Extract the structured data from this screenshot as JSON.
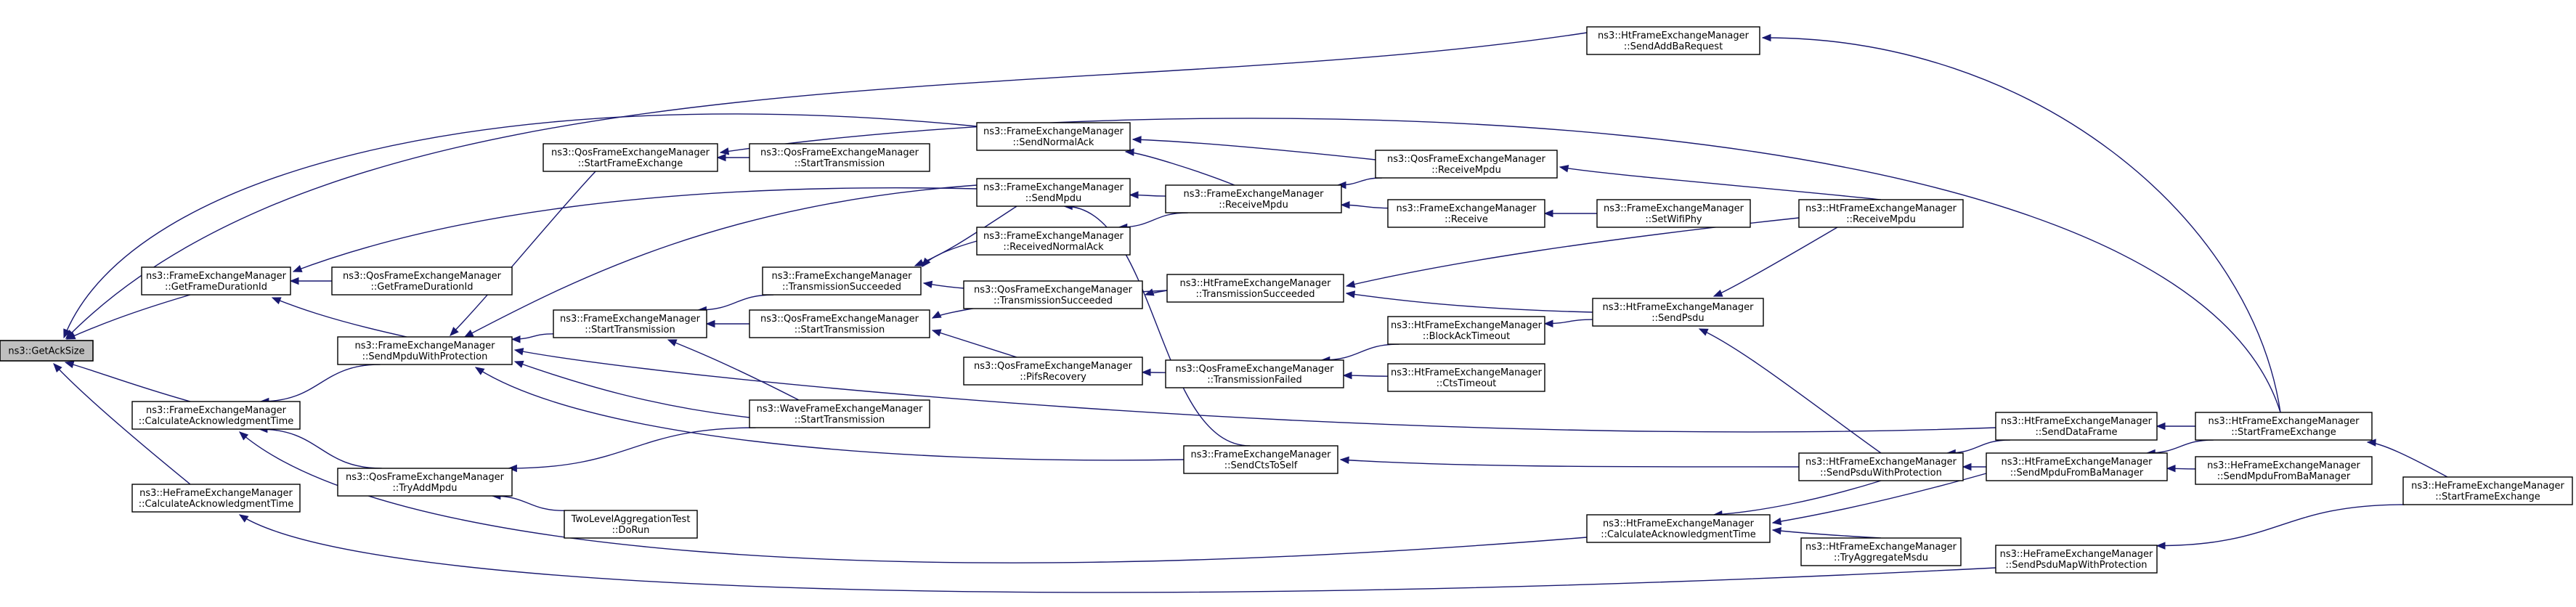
{
  "colors": {
    "edge": "#191970",
    "root_fill": "#bfbfbf",
    "node_fill": "#ffffff",
    "node_border": "#000000"
  },
  "nodes": [
    {
      "id": "getacksize",
      "lines": [
        "ns3::GetAckSize"
      ],
      "root": true
    },
    {
      "id": "gfd_fem",
      "lines": [
        "ns3::FrameExchangeManager",
        "::GetFrameDurationId"
      ]
    },
    {
      "id": "gfd_qos",
      "lines": [
        "ns3::QosFrameExchangeManager",
        "::GetFrameDurationId"
      ]
    },
    {
      "id": "caa_fem",
      "lines": [
        "ns3::FrameExchangeManager",
        "::CalculateAcknowledgmentTime"
      ]
    },
    {
      "id": "caa_he",
      "lines": [
        "ns3::HeFrameExchangeManager",
        "::CalculateAcknowledgmentTime"
      ]
    },
    {
      "id": "smwp",
      "lines": [
        "ns3::FrameExchangeManager",
        "::SendMpduWithProtection"
      ]
    },
    {
      "id": "tam",
      "lines": [
        "ns3::QosFrameExchangeManager",
        "::TryAddMpdu"
      ]
    },
    {
      "id": "sfe_qos",
      "lines": [
        "ns3::QosFrameExchangeManager",
        "::StartFrameExchange"
      ]
    },
    {
      "id": "st_fem",
      "lines": [
        "ns3::FrameExchangeManager",
        "::StartTransmission"
      ]
    },
    {
      "id": "st_qos_a",
      "lines": [
        "ns3::QosFrameExchangeManager",
        "::StartTransmission"
      ]
    },
    {
      "id": "ts_fem",
      "lines": [
        "ns3::FrameExchangeManager",
        "::TransmissionSucceeded"
      ]
    },
    {
      "id": "st_qos_b",
      "lines": [
        "ns3::QosFrameExchangeManager",
        "::StartTransmission"
      ]
    },
    {
      "id": "wave_st",
      "lines": [
        "ns3::WaveFrameExchangeManager",
        "::StartTransmission"
      ]
    },
    {
      "id": "tla",
      "lines": [
        "TwoLevelAggregationTest",
        "::DoRun"
      ]
    },
    {
      "id": "sna",
      "lines": [
        "ns3::FrameExchangeManager",
        "::SendNormalAck"
      ]
    },
    {
      "id": "smpdu",
      "lines": [
        "ns3::FrameExchangeManager",
        "::SendMpdu"
      ]
    },
    {
      "id": "rna",
      "lines": [
        "ns3::FrameExchangeManager",
        "::ReceivedNormalAck"
      ]
    },
    {
      "id": "ts_qos",
      "lines": [
        "ns3::QosFrameExchangeManager",
        "::TransmissionSucceeded"
      ]
    },
    {
      "id": "pifs",
      "lines": [
        "ns3::QosFrameExchangeManager",
        "::PifsRecovery"
      ]
    },
    {
      "id": "scts",
      "lines": [
        "ns3::FrameExchangeManager",
        "::SendCtsToSelf"
      ]
    },
    {
      "id": "rm_fem",
      "lines": [
        "ns3::FrameExchangeManager",
        "::ReceiveMpdu"
      ]
    },
    {
      "id": "ts_ht",
      "lines": [
        "ns3::HtFrameExchangeManager",
        "::TransmissionSucceeded"
      ]
    },
    {
      "id": "tf_qos",
      "lines": [
        "ns3::QosFrameExchangeManager",
        "::TransmissionFailed"
      ]
    },
    {
      "id": "caa_ht",
      "lines": [
        "ns3::HtFrameExchangeManager",
        "::CalculateAcknowledgmentTime"
      ]
    },
    {
      "id": "sabr",
      "lines": [
        "ns3::HtFrameExchangeManager",
        "::SendAddBaRequest"
      ]
    },
    {
      "id": "rm_qos",
      "lines": [
        "ns3::QosFrameExchangeManager",
        "::ReceiveMpdu"
      ]
    },
    {
      "id": "recv",
      "lines": [
        "ns3::FrameExchangeManager",
        "::Receive"
      ]
    },
    {
      "id": "bat",
      "lines": [
        "ns3::HtFrameExchangeManager",
        "::BlockAckTimeout"
      ]
    },
    {
      "id": "ctst",
      "lines": [
        "ns3::HtFrameExchangeManager",
        "::CtsTimeout"
      ]
    },
    {
      "id": "swp",
      "lines": [
        "ns3::FrameExchangeManager",
        "::SetWifiPhy"
      ]
    },
    {
      "id": "spsdu",
      "lines": [
        "ns3::HtFrameExchangeManager",
        "::SendPsdu"
      ]
    },
    {
      "id": "spwp",
      "lines": [
        "ns3::HtFrameExchangeManager",
        "::SendPsduWithProtection"
      ]
    },
    {
      "id": "tams",
      "lines": [
        "ns3::HtFrameExchangeManager",
        "::TryAggregateMsdu"
      ]
    },
    {
      "id": "rm_ht",
      "lines": [
        "ns3::HtFrameExchangeManager",
        "::ReceiveMpdu"
      ]
    },
    {
      "id": "sdf",
      "lines": [
        "ns3::HtFrameExchangeManager",
        "::SendDataFrame"
      ]
    },
    {
      "id": "smfbm_ht",
      "lines": [
        "ns3::HtFrameExchangeManager",
        "::SendMpduFromBaManager"
      ]
    },
    {
      "id": "spmwp",
      "lines": [
        "ns3::HeFrameExchangeManager",
        "::SendPsduMapWithProtection"
      ]
    },
    {
      "id": "sfe_ht",
      "lines": [
        "ns3::HtFrameExchangeManager",
        "::StartFrameExchange"
      ]
    },
    {
      "id": "smfbm_he",
      "lines": [
        "ns3::HeFrameExchangeManager",
        "::SendMpduFromBaManager"
      ]
    },
    {
      "id": "sfe_he",
      "lines": [
        "ns3::HeFrameExchangeManager",
        "::StartFrameExchange"
      ]
    }
  ],
  "edges": [
    [
      "gfd_fem",
      "getacksize"
    ],
    [
      "caa_fem",
      "getacksize"
    ],
    [
      "caa_he",
      "getacksize"
    ],
    [
      "sna",
      "getacksize"
    ],
    [
      "sabr",
      "getacksize"
    ],
    [
      "gfd_qos",
      "gfd_fem"
    ],
    [
      "smpdu",
      "gfd_fem"
    ],
    [
      "smwp",
      "gfd_fem"
    ],
    [
      "smwp",
      "caa_fem"
    ],
    [
      "tam",
      "caa_fem"
    ],
    [
      "caa_ht",
      "caa_fem"
    ],
    [
      "spmwp",
      "caa_he"
    ],
    [
      "st_fem",
      "smwp"
    ],
    [
      "sfe_qos",
      "smwp"
    ],
    [
      "wave_st",
      "smwp"
    ],
    [
      "scts",
      "smwp"
    ],
    [
      "smpdu",
      "smwp"
    ],
    [
      "sdf",
      "smwp"
    ],
    [
      "wave_st",
      "tam"
    ],
    [
      "tla",
      "tam"
    ],
    [
      "st_qos_a",
      "sfe_qos"
    ],
    [
      "sfe_ht",
      "sfe_qos"
    ],
    [
      "ts_fem",
      "st_fem"
    ],
    [
      "st_qos_b",
      "st_fem"
    ],
    [
      "wave_st",
      "st_fem"
    ],
    [
      "smpdu",
      "ts_fem"
    ],
    [
      "rna",
      "ts_fem"
    ],
    [
      "ts_qos",
      "ts_fem"
    ],
    [
      "ts_ht",
      "st_qos_b"
    ],
    [
      "pifs",
      "st_qos_b"
    ],
    [
      "rm_fem",
      "sna"
    ],
    [
      "rm_qos",
      "sna"
    ],
    [
      "rm_fem",
      "smpdu"
    ],
    [
      "scts",
      "smpdu"
    ],
    [
      "rm_fem",
      "rna"
    ],
    [
      "ts_ht",
      "ts_qos"
    ],
    [
      "tf_qos",
      "pifs"
    ],
    [
      "spwp",
      "scts"
    ],
    [
      "recv",
      "rm_fem"
    ],
    [
      "rm_qos",
      "rm_fem"
    ],
    [
      "rm_ht",
      "ts_ht"
    ],
    [
      "spsdu",
      "ts_ht"
    ],
    [
      "bat",
      "tf_qos"
    ],
    [
      "ctst",
      "tf_qos"
    ],
    [
      "spwp",
      "caa_ht"
    ],
    [
      "tams",
      "caa_ht"
    ],
    [
      "smfbm_ht",
      "caa_ht"
    ],
    [
      "sfe_ht",
      "sabr"
    ],
    [
      "rm_ht",
      "rm_qos"
    ],
    [
      "swp",
      "recv"
    ],
    [
      "spsdu",
      "bat"
    ],
    [
      "rm_ht",
      "spsdu"
    ],
    [
      "spwp",
      "spsdu"
    ],
    [
      "sdf",
      "spwp"
    ],
    [
      "smfbm_ht",
      "spwp"
    ],
    [
      "sfe_ht",
      "sdf"
    ],
    [
      "sfe_ht",
      "smfbm_ht"
    ],
    [
      "smfbm_he",
      "smfbm_ht"
    ],
    [
      "sfe_he",
      "spmwp"
    ],
    [
      "sfe_he",
      "sfe_ht"
    ]
  ]
}
